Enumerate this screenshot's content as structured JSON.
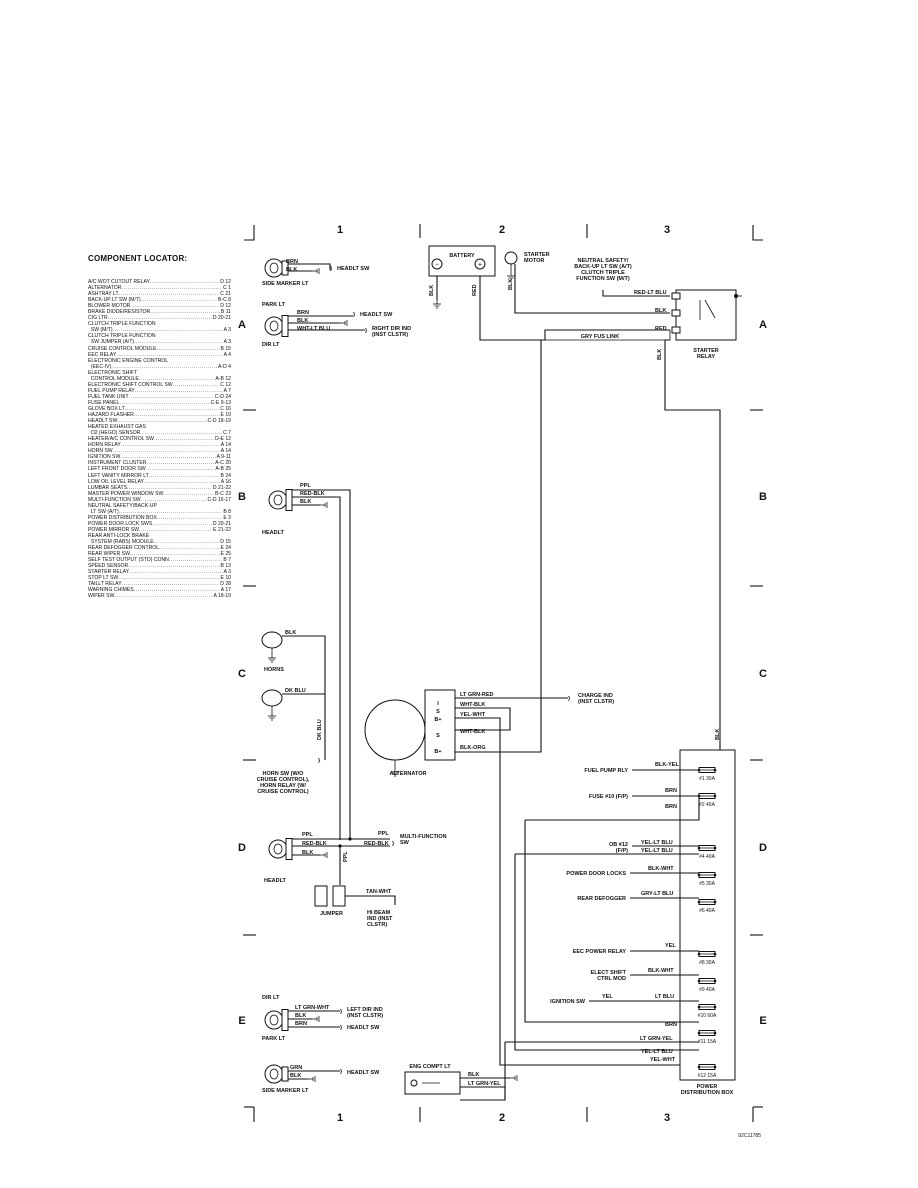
{
  "locator": {
    "title": "COMPONENT LOCATOR:",
    "rows": [
      {
        "name": "A/C WOT CUTOUT RELAY",
        "grid": "D 12"
      },
      {
        "name": "ALTERNATOR",
        "grid": "C 1"
      },
      {
        "name": "ASHTRAY LT",
        "grid": "C 21"
      },
      {
        "name": "BACK-UP LT SW (M/T)",
        "grid": "B-C 8"
      },
      {
        "name": "BLOWER MOTOR",
        "grid": "D 12"
      },
      {
        "name": "BRAKE DIODE/RESISTOR",
        "grid": "B 11"
      },
      {
        "name": "CIG LTR",
        "grid": "D 20-21"
      },
      {
        "name": "CLUTCH TRIPLE FUNCTION",
        "grid": ""
      },
      {
        "name": "  SW (M/T)",
        "grid": "A 3"
      },
      {
        "name": "CLUTCH TRIPLE FUNCTION",
        "grid": ""
      },
      {
        "name": "  SW JUMPER (A/T)",
        "grid": "A 3"
      },
      {
        "name": "CRUISE CONTROL MODULE",
        "grid": "B 15"
      },
      {
        "name": "EEC RELAY",
        "grid": "A 4"
      },
      {
        "name": "ELECTRONIC ENGINE CONTROL",
        "grid": ""
      },
      {
        "name": "  (EEC-IV)",
        "grid": "A-D 4"
      },
      {
        "name": "ELECTRONIC SHIFT",
        "grid": ""
      },
      {
        "name": "  CONTROL MODULE",
        "grid": "A-B 12"
      },
      {
        "name": "ELECTRONIC SHIFT CONTROL SW",
        "grid": "C 12"
      },
      {
        "name": "FUEL PUMP RELAY",
        "grid": "A 7"
      },
      {
        "name": "FUEL TANK UNIT",
        "grid": "C-D 24"
      },
      {
        "name": "FUSE PANEL",
        "grid": "C-E 9-13"
      },
      {
        "name": "GLOVE BOX LT",
        "grid": "C 16"
      },
      {
        "name": "HAZARD FLASHER",
        "grid": "E 19"
      },
      {
        "name": "HEADLT SW",
        "grid": "C-D 18-19"
      },
      {
        "name": "HEATED EXHAUST GAS",
        "grid": ""
      },
      {
        "name": "  O2 (HEGO) SENSOR",
        "grid": "C 7"
      },
      {
        "name": "HEATER/A/C CONTROL SW",
        "grid": "D-E 12"
      },
      {
        "name": "HORN RELAY",
        "grid": "A 14"
      },
      {
        "name": "HORN SW",
        "grid": "A 14"
      },
      {
        "name": "IGNITION SW",
        "grid": "A 9-11"
      },
      {
        "name": "INSTRUMENT CLUSTER",
        "grid": "A-C 20"
      },
      {
        "name": "LEFT FRONT DOOR SW",
        "grid": "A-B 25"
      },
      {
        "name": "LEFT VANITY MIRROR LT",
        "grid": "B 24"
      },
      {
        "name": "LOW OIL LEVEL RELAY",
        "grid": "A 16"
      },
      {
        "name": "LUMBAR SEATS",
        "grid": "D 21-22"
      },
      {
        "name": "MASTER POWER WINDOW SW",
        "grid": "B-C 23"
      },
      {
        "name": "MULTI-FUNCTION SW",
        "grid": "C-D 16-17"
      },
      {
        "name": "NEUTRAL SAFETY/BACK-UP",
        "grid": ""
      },
      {
        "name": "  LT SW (A/T)",
        "grid": "B 8"
      },
      {
        "name": "POWER DISTRIBUTION BOX",
        "grid": "E 3"
      },
      {
        "name": "POWER DOOR LOCK SWS",
        "grid": "D 20-21"
      },
      {
        "name": "POWER MIRROR SW",
        "grid": "E 21-22"
      },
      {
        "name": "REAR ANTI-LOCK BRAKE",
        "grid": ""
      },
      {
        "name": "  SYSTEM (RABS) MODULE",
        "grid": "D 15"
      },
      {
        "name": "REAR DEFOGGER CONTROL",
        "grid": "E 24"
      },
      {
        "name": "REAR WIPER SW",
        "grid": "E 25"
      },
      {
        "name": "SELF TEST OUTPUT (STO) CONN",
        "grid": "B 7"
      },
      {
        "name": "SPEED SENSOR",
        "grid": "B 13"
      },
      {
        "name": "STARTER RELAY",
        "grid": "A 3"
      },
      {
        "name": "STOP LT SW",
        "grid": "E 10"
      },
      {
        "name": "TAILLT RELAY",
        "grid": "D 28"
      },
      {
        "name": "WARNING CHIMES",
        "grid": "A 17"
      },
      {
        "name": "WIPER SW",
        "grid": "A 18-19"
      }
    ]
  },
  "grid": {
    "columns": [
      "1",
      "2",
      "3"
    ],
    "rows": [
      "A",
      "B",
      "C",
      "D",
      "E"
    ]
  },
  "figure_id": "92C11785",
  "components": {
    "battery": "BATTERY",
    "starter_motor": "STARTER\nMOTOR",
    "neutral_safety": "NEUTRAL SAFETY/\nBACK-UP LT SW (A/T)\nCLUTCH TRIPLE\nFUNCTION SW (M/T)",
    "starter_relay": "STARTER\nRELAY",
    "side_marker_top": "SIDE MARKER LT",
    "park_lt_top": "PARK LT",
    "dir_lt_top": "DIR LT",
    "headlt_b": "HEADLT",
    "horns": "HORNS",
    "horn_sw": "HORN SW (W/O\nCRUISE CONTROL),\nHORN RELAY (W/\nCRUISE CONTROL)",
    "alternator": "ALTERNATOR",
    "charge_ind": "CHARGE IND\n(INST CLSTR)",
    "headlt_d": "HEADLT",
    "jumper": "JUMPER",
    "multifunction_sw": "MULTI-FUNCTION\nSW",
    "hi_beam_ind": "HI BEAM\nIND (INST\nCLSTR)",
    "dir_lt_e": "DIR LT",
    "left_dir_ind": "LEFT DIR IND\n(INST CLSTR)",
    "headlt_sw_e": "HEADLT SW",
    "park_lt_e": "PARK LT",
    "side_marker_e": "SIDE MARKER LT",
    "headlt_sw_e2": "HEADLT SW",
    "eng_compt_lt": "ENG COMPT LT",
    "power_dist_box": "POWER\nDISTRIBUTION BOX",
    "headlt_sw_top": "HEADLT SW",
    "headlt_sw_park": "HEADLT SW",
    "right_dir_ind": "RIGHT DIR IND\n(INST CLSTR)",
    "grn_fus_link": "GRY FUS LINK",
    "fuel_pump_rly": "FUEL PUMP RLY",
    "fuse_10": "FUSE #10 (F/P)",
    "ob_12": "OB #12\n(F/P)",
    "power_door_locks": "POWER DOOR LOCKS",
    "rear_defogger": "REAR DEFOGGER",
    "eec_power_relay": "EEC POWER RELAY",
    "elect_shift": "ELECT SHIFT\nCTRL MOD",
    "ignition_sw": "IGNITION SW"
  },
  "wires": {
    "brn": "BRN",
    "blk": "BLK",
    "wht_lt_blu": "WHT-LT BLU",
    "red": "RED",
    "red_lt_blu": "RED-LT BLU",
    "ppl": "PPL",
    "red_blk": "RED-BLK",
    "dk_blu": "DK BLU",
    "lt_grn_red": "LT GRN-RED",
    "wht_blk": "WHT-BLK",
    "yel_wht": "YEL-WHT",
    "blk_org": "BLK-ORG",
    "tan_wht": "TAN-WHT",
    "lt_grn_wht": "LT GRN-WHT",
    "grn": "GRN",
    "lt_grn_yel": "LT GRN-YEL",
    "blk_yel": "BLK-YEL",
    "yel_lt_blu": "YEL-LT BLU",
    "blk_wht": "BLK-WHT",
    "gry_lt_blu": "GRY-LT BLU",
    "yel": "YEL",
    "lt_blu": "LT BLU"
  },
  "fuses": [
    "#1 30A",
    "#2 40A",
    "#4 40A",
    "#5 30A",
    "#6 40A",
    "#8 30A",
    "#9 40A",
    "#10 60A",
    "#11 15A",
    "#12 15A"
  ],
  "terminals": {
    "i": "I",
    "s": "S",
    "bplus": "B+"
  }
}
